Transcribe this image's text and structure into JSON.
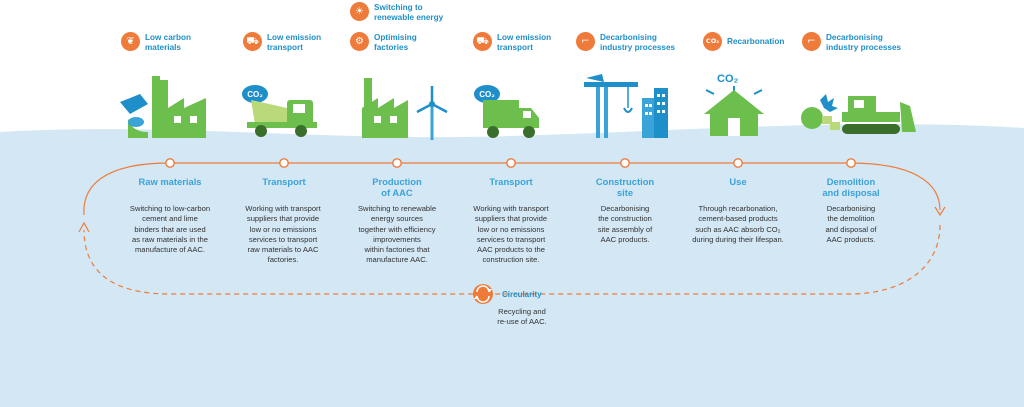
{
  "colors": {
    "accent_orange": "#ef7b3b",
    "title_blue": "#3aa3d8",
    "tag_blue": "#1f8fc9",
    "illustration_green": "#6cbf4d",
    "band_blue": "#d3e7f4",
    "text": "#333333"
  },
  "tags": [
    {
      "text": "Low carbon\nmaterials",
      "icon": "leaf-icon"
    },
    {
      "text": "Low emission\ntransport",
      "icon": "truck-icon"
    },
    {
      "text": "Switching to\nrenewable energy",
      "icon": "solar-panel-icon"
    },
    {
      "text": "Optimising\nfactories",
      "icon": "gear-icon"
    },
    {
      "text": "Low emission\ntransport",
      "icon": "truck-icon"
    },
    {
      "text": "Decarbonising\nindustry processes",
      "icon": "crane-icon"
    },
    {
      "text": "Recarbonation",
      "icon": "co2-icon"
    },
    {
      "text": "Decarbonising\nindustry processes",
      "icon": "crane-icon"
    }
  ],
  "illustrations": [
    {
      "name": "raw-materials-factory-icon"
    },
    {
      "name": "co2-mixer-truck-icon",
      "label": "CO₂"
    },
    {
      "name": "factory-wind-turbine-icon"
    },
    {
      "name": "co2-delivery-truck-icon",
      "label": "CO₂"
    },
    {
      "name": "construction-crane-icon"
    },
    {
      "name": "house-co2-icon",
      "label": "CO₂"
    },
    {
      "name": "demolition-bulldozer-icon"
    }
  ],
  "stages": [
    {
      "title": "Raw materials",
      "desc": "Switching to low-carbon\ncement and lime\nbinders that are used\nas raw materials in the\nmanufacture of AAC."
    },
    {
      "title": "Transport",
      "desc": "Working with transport\nsuppliers that provide\nlow or no emissions\nservices to transport\nraw materials to AAC\nfactories."
    },
    {
      "title": "Production\nof AAC",
      "desc": "Switching to renewable\nenergy sources\ntogether with efficiency\nimprovements\nwithin factories that\nmanufacture AAC."
    },
    {
      "title": "Transport",
      "desc": "Working with transport\nsuppliers that provide\nlow or no emissions\nservices to transport\nAAC products to the\nconstruction site."
    },
    {
      "title": "Construction\nsite",
      "desc": "Decarbonising\nthe construction\nsite assembly of\nAAC products."
    },
    {
      "title": "Use",
      "desc": "Through recarbonation,\ncement-based products\nsuch as AAC absorb CO₂\nduring during their lifespan."
    },
    {
      "title": "Demolition\nand disposal",
      "desc": "Decarbonising\nthe demolition\nand disposal of\nAAC products."
    }
  ],
  "circularity": {
    "label": "Circularity",
    "icon": "recycle-icon",
    "desc": "Recycling and\nre-use of AAC."
  }
}
